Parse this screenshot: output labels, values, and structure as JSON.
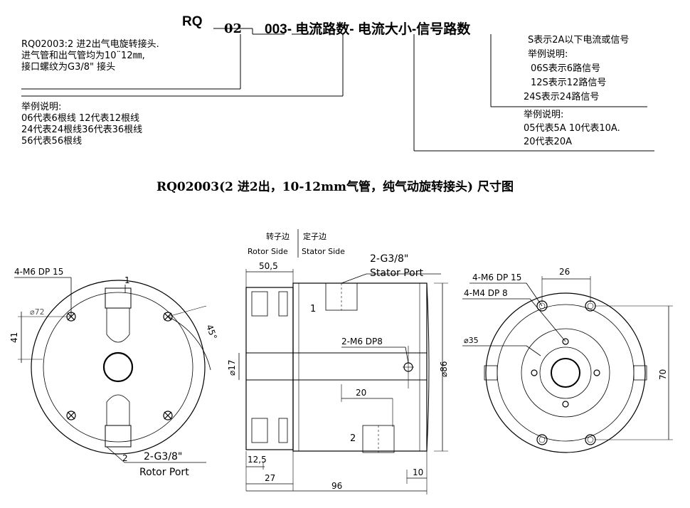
{
  "header": {
    "code_rq": "RQ",
    "code_02": "02",
    "code_rest": "003- 电流路数- 电流大小-信号路数"
  },
  "note_left_top": {
    "lines": [
      "RQ02003:2   进2出气电旋转接头.",
      "进气管和出气管均为10¨12㎜,",
      "接口螺纹为G3/8\" 接头"
    ]
  },
  "note_left_bottom": {
    "lines": [
      "举例说明:",
      "06代表6根线      12代表12根线",
      "24代表24根线36代表36根线",
      "56代表56根线"
    ]
  },
  "note_right_top": {
    "lines": [
      "S表示2A以下电流或信号",
      "举例说明:",
      "06S表示6路信号",
      "12S表示12路信号",
      "24S表示24路信号"
    ]
  },
  "note_right_bottom": {
    "lines": [
      "举例说明:",
      "05代表5A    10代表10A.",
      "20代表20A"
    ]
  },
  "drawing_title": "RQ02003(2 进2出，10-12mm气管，纯气动旋转接头) 尺寸图",
  "left_view": {
    "callout_holes": "4-M6 DP 15",
    "dia": "⌀72",
    "dim_height": "41",
    "angle": "45°",
    "port_top": "1",
    "port_bottom": "2",
    "port_label": "2-G3/8\"",
    "port_name": "Rotor Port"
  },
  "middle_view": {
    "rotor_cn": "转子边",
    "stator_cn": "定子边",
    "rotor_en": "Rotor Side",
    "stator_en": "Stator Side",
    "port_label": "2-G3/8\"",
    "port_name": "Stator Port",
    "dim_505": "50,5",
    "dim_17": "⌀17",
    "dim_86": "⌀86",
    "callout_m6": "2-M6 DP8",
    "dim_20": "20",
    "port_1": "1",
    "port_2": "2",
    "dim_125": "12,5",
    "dim_27": "27",
    "dim_96": "96",
    "dim_10": "10"
  },
  "right_view": {
    "callout_m6": "4-M6 DP 15",
    "callout_m4": "4-M4 DP 8",
    "dia_35": "⌀35",
    "dim_26": "26",
    "dim_70": "70"
  }
}
